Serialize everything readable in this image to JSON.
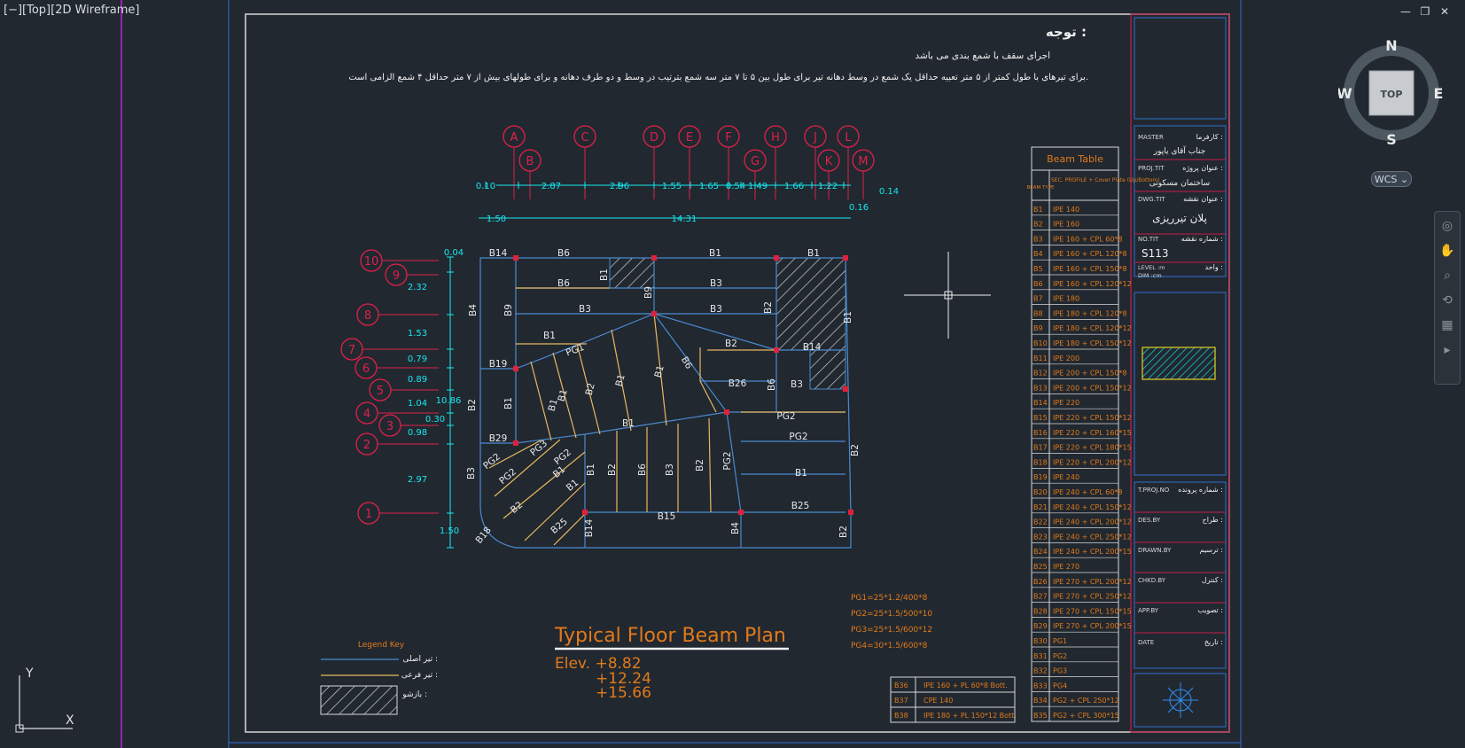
{
  "viewport_label": "[−][Top][2D Wireframe]",
  "window_controls": [
    "—",
    "❐",
    "✕"
  ],
  "notes": {
    "title": "توجه :",
    "line1": "اجرای سقف با شمع بندی می باشد",
    "line2": "برای تیرهای با طول کمتر از ۵ متر تعبیه حداقل یک شمع در وسط دهانه تیر برای طول بین ۵ تا ۷ متر سه شمع بترتیب در وسط و دو طرف دهانه و برای طولهای بیش از ۷ متر حداقل ۴ شمع الزامی است."
  },
  "grid_letters": [
    "A",
    "B",
    "C",
    "D",
    "E",
    "F",
    "G",
    "H",
    "J",
    "K",
    "L",
    "M"
  ],
  "grid_numbers": [
    "10",
    "9",
    "8",
    "7",
    "6",
    "5",
    "4",
    "3",
    "2",
    "1"
  ],
  "dims_top": [
    "0.10",
    "2.87",
    "2.96",
    "1.55",
    "1.65",
    "0.54",
    "1.49",
    "1.66",
    "1.22",
    "0.14",
    "0.16",
    "1.50",
    "14.31"
  ],
  "dims_left": [
    "0.04",
    "2.32",
    "1.53",
    "0.79",
    "0.89",
    "1.04",
    "0.30",
    "0.98",
    "2.97",
    "1.50",
    "10.86"
  ],
  "beam_labels": [
    "B14",
    "B6",
    "B1",
    "B1",
    "B6",
    "B3",
    "B1",
    "B9",
    "B3",
    "B3",
    "B1",
    "B4",
    "B9",
    "PG1",
    "B1",
    "B2",
    "B2",
    "B6",
    "B19",
    "B2",
    "B1",
    "B1",
    "B1",
    "B2",
    "B1",
    "B1",
    "B14",
    "B26",
    "B6",
    "B3",
    "B29",
    "B1",
    "PG2",
    "PG2",
    "B2",
    "PG2",
    "PG3",
    "PG2",
    "PG2",
    "B1",
    "B1",
    "B1",
    "B2",
    "B6",
    "B3",
    "B2",
    "PG2",
    "B3",
    "B2",
    "B1",
    "B25",
    "B18",
    "B25",
    "B14",
    "B15",
    "B4",
    "B2"
  ],
  "beam_table": {
    "title": "Beam Table",
    "header_type": "BEAM TYPE",
    "header_profile": "SEC. PROFILE + Cover Plate (Up/Bottom)",
    "rows": [
      [
        "B1",
        "IPE 140"
      ],
      [
        "B2",
        "IPE 160"
      ],
      [
        "B3",
        "IPE 160 + CPL 60*8"
      ],
      [
        "B4",
        "IPE 160 + CPL 120*8"
      ],
      [
        "B5",
        "IPE 160 + CPL 150*8"
      ],
      [
        "B6",
        "IPE 160 + CPL 120*12"
      ],
      [
        "B7",
        "IPE 180"
      ],
      [
        "B8",
        "IPE 180 + CPL 120*8"
      ],
      [
        "B9",
        "IPE 180 + CPL 120*12"
      ],
      [
        "B10",
        "IPE 180 + CPL 150*12"
      ],
      [
        "B11",
        "IPE 200"
      ],
      [
        "B12",
        "IPE 200 + CPL 150*8"
      ],
      [
        "B13",
        "IPE 200 + CPL 150*12"
      ],
      [
        "B14",
        "IPE 220"
      ],
      [
        "B15",
        "IPE 220 + CPL 150*12"
      ],
      [
        "B16",
        "IPE 220 + CPL 160*15"
      ],
      [
        "B17",
        "IPE 220 + CPL 180*15"
      ],
      [
        "B18",
        "IPE 220 + CPL 200*12"
      ],
      [
        "B19",
        "IPE 240"
      ],
      [
        "B20",
        "IPE 240 + CPL 60*8"
      ],
      [
        "B21",
        "IPE 240 + CPL 150*12"
      ],
      [
        "B22",
        "IPE 240 + CPL 200*12"
      ],
      [
        "B23",
        "IPE 240 + CPL 250*12"
      ],
      [
        "B24",
        "IPE 240 + CPL 200*15"
      ],
      [
        "B25",
        "IPE 270"
      ],
      [
        "B26",
        "IPE 270 + CPL 200*12"
      ],
      [
        "B27",
        "IPE 270 + CPL 250*12"
      ],
      [
        "B28",
        "IPE 270 + CPL 150*15"
      ],
      [
        "B29",
        "IPE 270 + CPL 200*15"
      ],
      [
        "B30",
        "PG1"
      ],
      [
        "B31",
        "PG2"
      ],
      [
        "B32",
        "PG3"
      ],
      [
        "B33",
        "PG4"
      ],
      [
        "B34",
        "PG2 + CPL 250*12"
      ],
      [
        "B35",
        "PG2 + CPL 300*15"
      ]
    ]
  },
  "small_table": {
    "rows": [
      [
        "B36",
        "IPE 160 + PL 60*8 Bott."
      ],
      [
        "B37",
        "CPE 140"
      ],
      [
        "B38",
        "IPE 180 + PL 150*12 Bott."
      ]
    ]
  },
  "pg_notes": [
    "PG1=25*1.2/400*8",
    "PG2=25*1.5/500*10",
    "PG3=25*1.5/600*12",
    "PG4=30*1.5/600*8"
  ],
  "legend": {
    "title": "Legend Key",
    "main": "تیر اصلی :",
    "secondary": "تیر فرعی :",
    "void": "بازشو :"
  },
  "plan_title": "Typical Floor Beam Plan",
  "elevations": [
    "Elev. +8.82",
    "+12.24",
    "+15.66"
  ],
  "title_block": {
    "master_label": "MASTER",
    "master_fa": "کارفرما :",
    "master_value": "جناب آقای یاپور",
    "proj_label": "PROJ.TIT",
    "proj_fa": "عنوان پروژه :",
    "proj_value": "ساختمان مسکونی",
    "dwg_label": "DWG.TIT",
    "dwg_fa": "عنوان نقشه :",
    "dwg_value": "پلان تیرریزی",
    "no_label": "NO.TIT",
    "no_fa": "شماره نقشه :",
    "no_value": "S113",
    "level_label": "LEVEL :m",
    "dim_label": "DIM :cm",
    "unit_fa": "واحد :",
    "tproj_label": "T.PROJ.NO",
    "tproj_fa": "شماره پرونده :",
    "desby_label": "DES.BY",
    "desby_fa": "طراح :",
    "drawnby_label": "DRAWN.BY",
    "drawnby_fa": "ترسیم :",
    "chkdby_label": "CHKD.BY",
    "chkdby_fa": "کنترل :",
    "appby_label": "APP.BY",
    "appby_fa": "تصویب :",
    "date_label": "DATE",
    "date_fa": "تاریخ :"
  },
  "compass": {
    "n": "N",
    "s": "S",
    "e": "E",
    "w": "W",
    "cube": "TOP"
  },
  "wcs": "WCS ⌄",
  "ucs": {
    "x": "X",
    "y": "Y"
  },
  "colors": {
    "bg": "#212830",
    "frame": "#2f6fd0",
    "grid_bubble": "#e0204a",
    "dim": "#19e8f0",
    "beam": "#4a8ad0",
    "secondary": "#e8b860",
    "orange": "#e27a1a",
    "white": "#e6e6e6",
    "magenta": "#c020e0"
  }
}
